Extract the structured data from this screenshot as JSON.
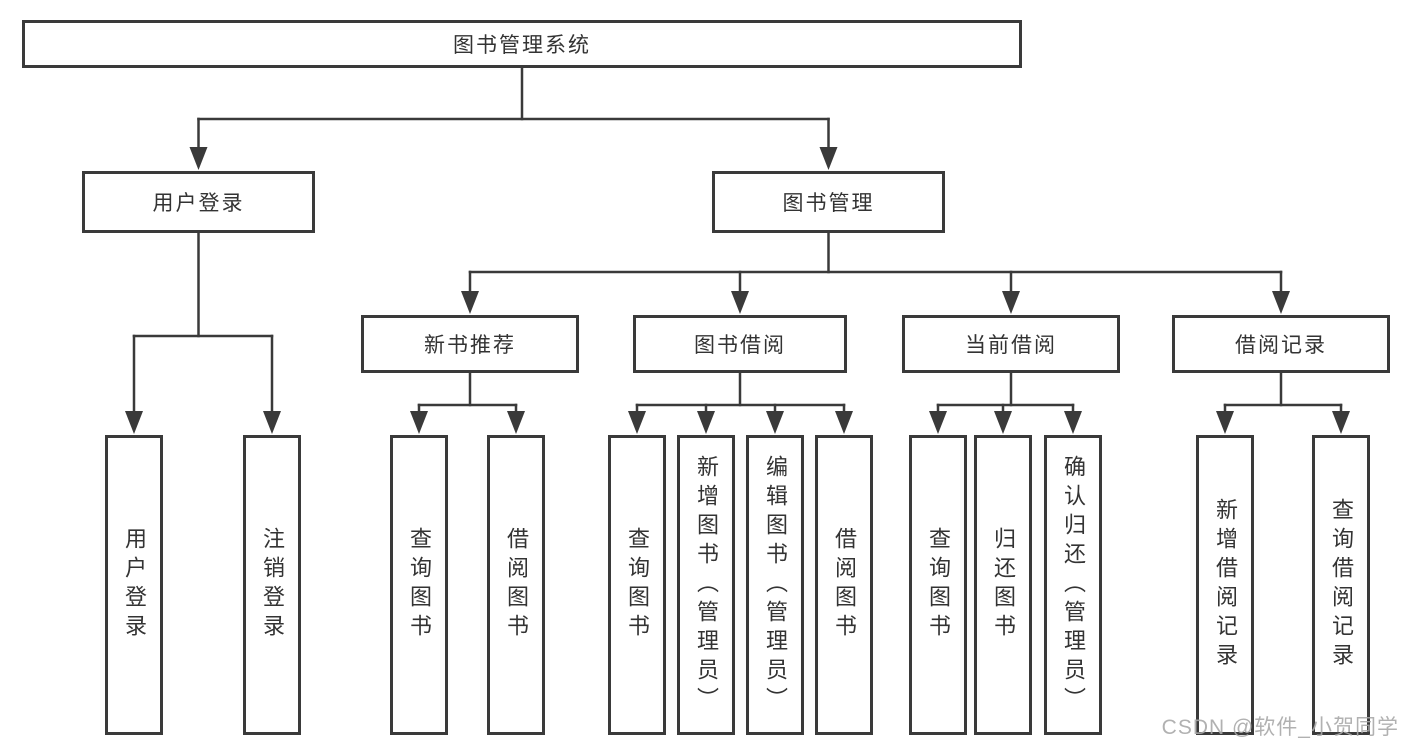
{
  "tree": {
    "root": "图书管理系统",
    "l2": [
      "用户登录",
      "图书管理"
    ],
    "l3": [
      "新书推荐",
      "图书借阅",
      "当前借阅",
      "借阅记录"
    ],
    "l4": {
      "login": [
        "用户登录",
        "注销登录"
      ],
      "newbook": [
        "查询图书",
        "借阅图书"
      ],
      "borrow": [
        "查询图书",
        "新增图书（管理员）",
        "编辑图书（管理员）",
        "借阅图书"
      ],
      "current": [
        "查询图书",
        "归还图书",
        "确认归还（管理员）"
      ],
      "records": [
        "新增借阅记录",
        "查询借阅记录"
      ]
    }
  },
  "watermark": {
    "text": "CSDN @软件_小贺同学"
  },
  "colors": {
    "line": "#3a3a3a",
    "text": "#333333",
    "box_bg": "#ffffff",
    "watermark": "#a8a8a8"
  }
}
